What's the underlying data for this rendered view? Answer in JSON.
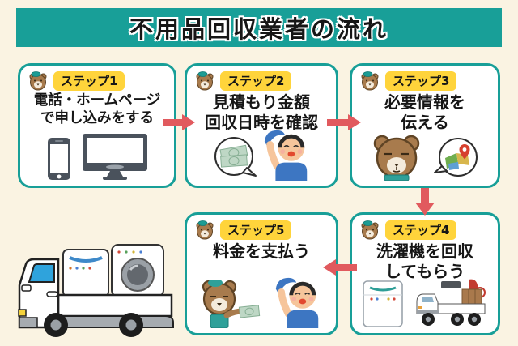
{
  "title": {
    "text": "不用品回収業者の流れ"
  },
  "steps": [
    {
      "label": "ステップ1",
      "lines": [
        "電話・ホームページ",
        "で申し込みをする"
      ],
      "icons": [
        "smartphone-icon",
        "desktop-monitor-icon"
      ]
    },
    {
      "label": "ステップ2",
      "lines": [
        "見積もり金額",
        "回収日時を確認"
      ],
      "icons": [
        "money-speech-bubble-icon",
        "staff-raising-cap-icon"
      ]
    },
    {
      "label": "ステップ3",
      "lines": [
        "必要情報を",
        "伝える"
      ],
      "icons": [
        "bear-customer-icon",
        "map-speech-bubble-icon"
      ]
    },
    {
      "label": "ステップ4",
      "lines": [
        "洗濯機を回収",
        "してもらう"
      ],
      "icons": [
        "washing-machine-icon",
        "loaded-truck-icon"
      ]
    },
    {
      "label": "ステップ5",
      "lines": [
        "料金を支払う"
      ],
      "icons": [
        "bear-paying-money-icon",
        "staff-raising-cap-icon"
      ]
    }
  ],
  "flow": [
    "step1-to-step2-right-arrow",
    "step2-to-step3-right-arrow",
    "step3-to-step4-down-arrow",
    "step4-to-step5-left-arrow"
  ],
  "illustrations": {
    "bottom_left": "truck-carrying-washing-machines"
  },
  "colors": {
    "background": "#FAF3E2",
    "banner_teal": "#189F98",
    "box_border_teal": "#189F98",
    "label_yellow": "#FFD43B",
    "arrow_red": "#E15A5E",
    "text_black": "#161616"
  }
}
